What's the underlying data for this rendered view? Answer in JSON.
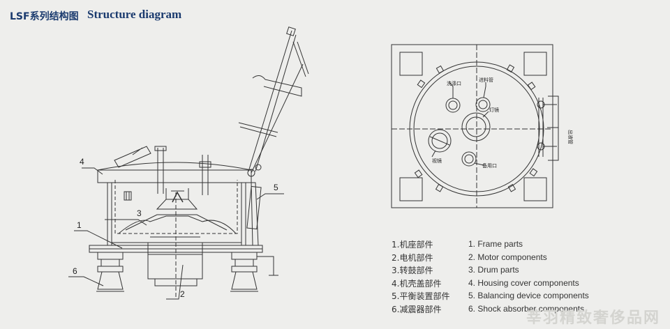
{
  "title": {
    "cn": "LSF系列结构图",
    "en": "Structure diagram"
  },
  "side_view": {
    "callouts": [
      "1",
      "2",
      "3",
      "4",
      "5",
      "6"
    ]
  },
  "top_view": {
    "labels": {
      "wash_port": "洗涤口",
      "feed_pipe": "进料管",
      "lamp_mirror": "灯镜",
      "sight_glass": "视镜",
      "spare_port": "备用口",
      "outlet_pipe": "出液管"
    }
  },
  "legend": {
    "cn": [
      "1.机座部件",
      "2.电机部件",
      "3.转鼓部件",
      "4.机壳盖部件",
      "5.平衡装置部件",
      "6.减震器部件"
    ],
    "en": [
      "1. Frame parts",
      "2. Motor components",
      "3. Drum parts",
      "4. Housing cover components",
      "5. Balancing device components",
      "6. Shock absorber components"
    ]
  },
  "watermark": "莘羽精致奢侈品网"
}
